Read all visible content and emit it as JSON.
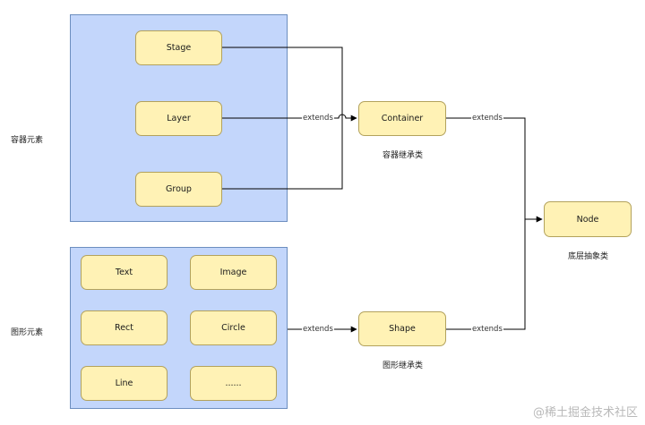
{
  "groups": {
    "container_elements": "容器元素",
    "shape_elements": "图形元素"
  },
  "container_members": {
    "stage": "Stage",
    "layer": "Layer",
    "group": "Group"
  },
  "shape_members": {
    "text": "Text",
    "image": "Image",
    "rect": "Rect",
    "circle": "Circle",
    "line": "Line",
    "more": "......"
  },
  "classes": {
    "container": {
      "label": "Container",
      "caption": "容器继承类"
    },
    "shape": {
      "label": "Shape",
      "caption": "图形继承类"
    },
    "node": {
      "label": "Node",
      "caption": "底层抽象类"
    }
  },
  "edges": {
    "members_to_container": "extends",
    "container_to_node": "extends",
    "members_to_shape": "extends",
    "shape_to_node": "extends"
  },
  "colors": {
    "group_fill": "#c3d6fb",
    "group_border": "#6c8ebf",
    "node_fill": "#fff2b5",
    "node_border": "#b3a25c",
    "line": "#000000"
  },
  "watermark": "@稀土掘金技术社区"
}
